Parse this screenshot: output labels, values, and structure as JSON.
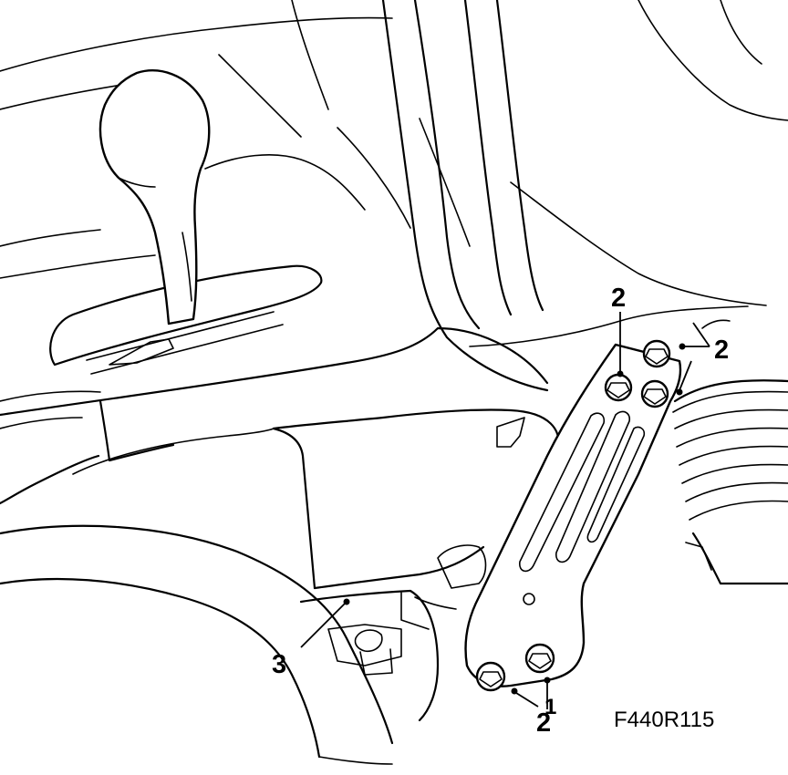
{
  "figure_code": "F440R115",
  "callouts": {
    "c1": "1",
    "c2_top": "2",
    "c2_right": "2",
    "c2_bottom": "2",
    "c3": "3"
  }
}
